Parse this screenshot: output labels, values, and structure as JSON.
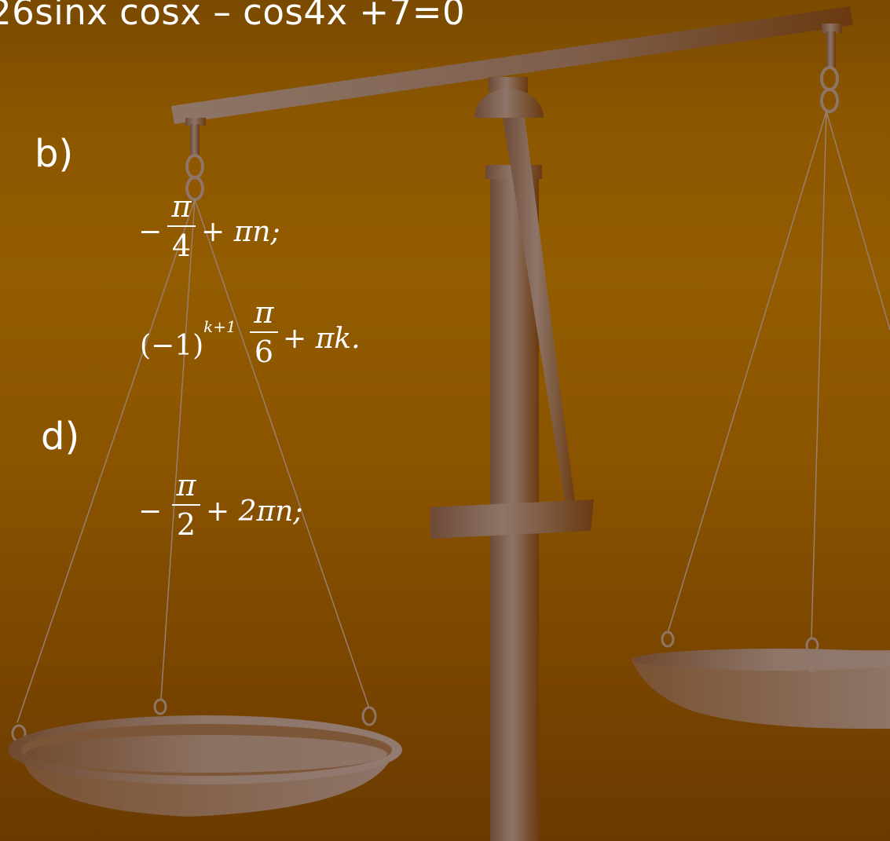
{
  "slide": {
    "equation": "26sinx cosx – cos4x +7=0",
    "labels": {
      "b": "b)",
      "d": "d)"
    },
    "answers": {
      "b_first": {
        "sign": "−",
        "numerator": "π",
        "denominator": "4",
        "tail": "+ πn;"
      },
      "b_second": {
        "base": "(−1)",
        "exponent": "k+1",
        "numerator": "π",
        "denominator": "6",
        "tail": "+ πk."
      },
      "d_first": {
        "sign": "−",
        "numerator": "π",
        "denominator": "2",
        "tail": "+ 2πn;"
      }
    }
  },
  "colors": {
    "background_top": "#7a4a00",
    "background_mid": "#935c00",
    "background_bottom": "#6a3a00",
    "scale_metal_light": "#8a7266",
    "scale_metal_dark": "#6a3c12",
    "text": "#ffffff"
  },
  "decoration": "balance-scale-icon"
}
